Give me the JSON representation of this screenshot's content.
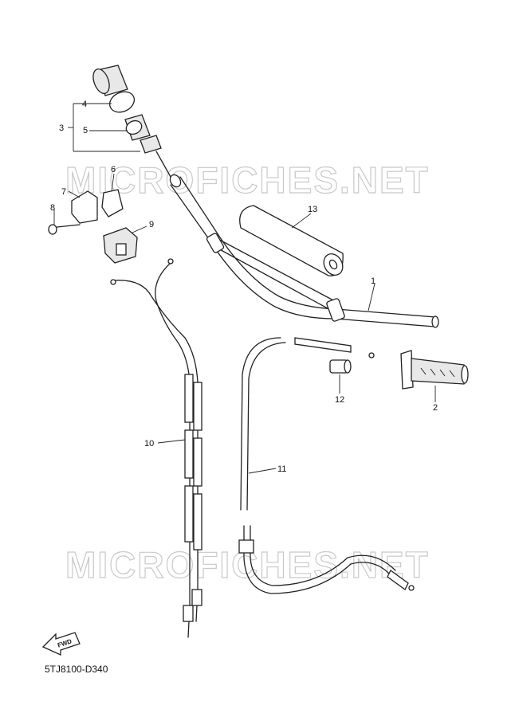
{
  "watermark": "MICROFICHES.NET",
  "diagram_code": "5TJ8100-D340",
  "direction_marker": "FWD",
  "callouts": {
    "c1": "1",
    "c2": "2",
    "c3": "3",
    "c4": "4",
    "c5": "5",
    "c6": "6",
    "c7": "7",
    "c8": "8",
    "c9": "9",
    "c10": "10",
    "c11": "11",
    "c12": "12",
    "c13": "13"
  }
}
